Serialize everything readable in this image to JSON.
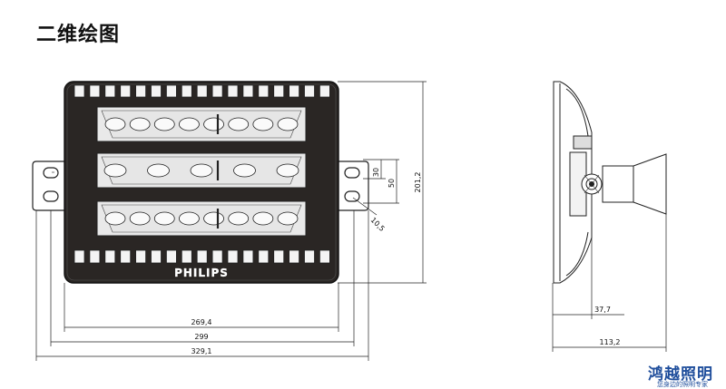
{
  "page": {
    "title": "二维绘图"
  },
  "front_view": {
    "brand_label": "PHILIPS",
    "dimensions": {
      "slot_height": "30",
      "pitch": "50",
      "hole_dia": "10,5",
      "total_height": "201,2",
      "housing_width": "269,4",
      "mount_width": "299",
      "bracket_width": "329,1"
    }
  },
  "side_view": {
    "dimensions": {
      "depth_small": "37,7",
      "depth_total": "113,2"
    }
  },
  "watermark": {
    "name": "鸿越照明",
    "slogan": "您身边的照明专家"
  }
}
